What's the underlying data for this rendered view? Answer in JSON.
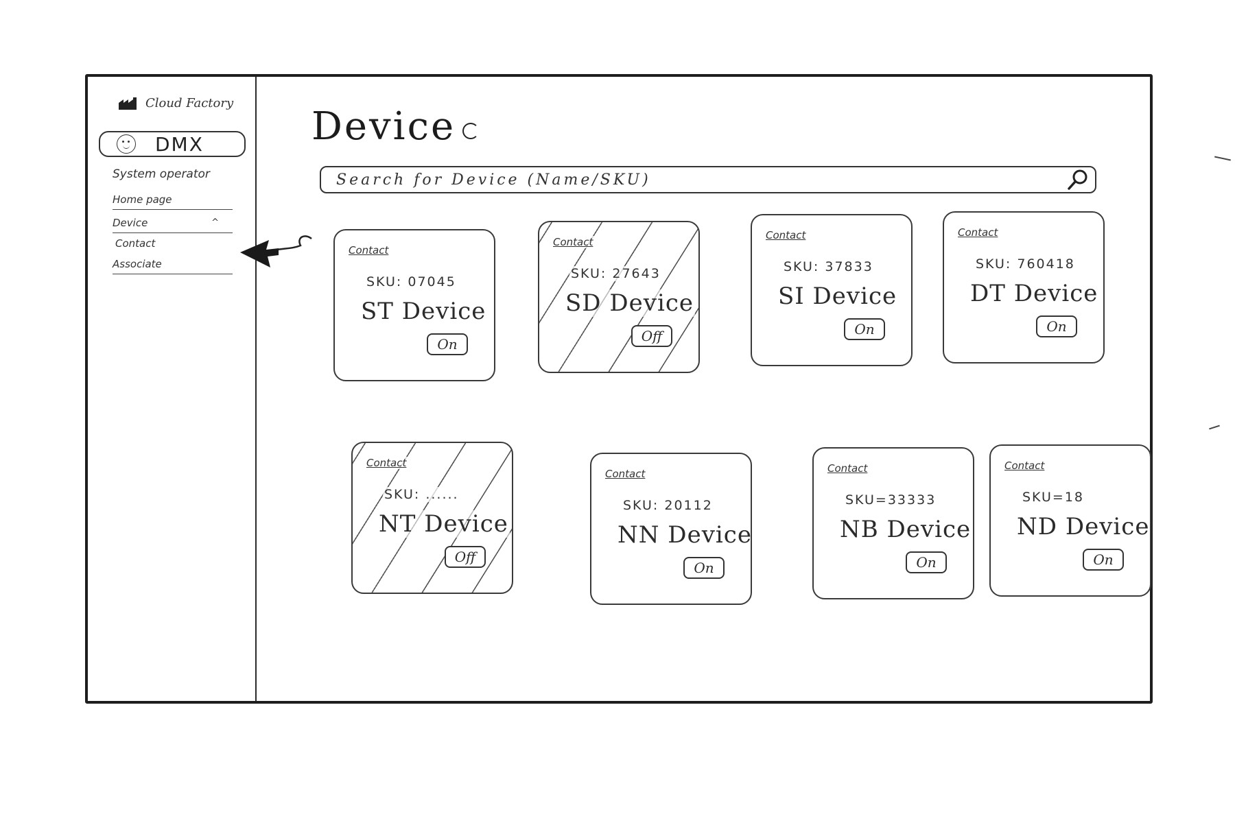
{
  "brand": {
    "name": "Cloud Factory",
    "logo_icon": "factory-icon"
  },
  "user": {
    "name": "DMX",
    "role": "System operator"
  },
  "nav": {
    "items": [
      {
        "label": "Home page"
      },
      {
        "label": "Device"
      },
      {
        "label": "Contact"
      },
      {
        "label": "Associate"
      }
    ]
  },
  "page": {
    "title": "Device"
  },
  "search": {
    "placeholder": "Search for Device (Name/SKU)"
  },
  "devices": [
    {
      "contact_label": "Contact",
      "sku": "SKU: 07045",
      "name": "ST Device",
      "status": "On"
    },
    {
      "contact_label": "Contact",
      "sku": "SKU: 27643",
      "name": "SD Device",
      "status": "Off"
    },
    {
      "contact_label": "Contact",
      "sku": "SKU: 37833",
      "name": "SI Device",
      "status": "On"
    },
    {
      "contact_label": "Contact",
      "sku": "SKU: 760418",
      "name": "DT Device",
      "status": "On"
    },
    {
      "contact_label": "Contact",
      "sku": "SKU: ......",
      "name": "NT Device",
      "status": "Off"
    },
    {
      "contact_label": "Contact",
      "sku": "SKU: 20112",
      "name": "NN Device",
      "status": "On"
    },
    {
      "contact_label": "Contact",
      "sku": "SKU=33333",
      "name": "NB Device",
      "status": "On"
    },
    {
      "contact_label": "Contact",
      "sku": "SKU=18",
      "name": "ND Device",
      "status": "On"
    }
  ]
}
